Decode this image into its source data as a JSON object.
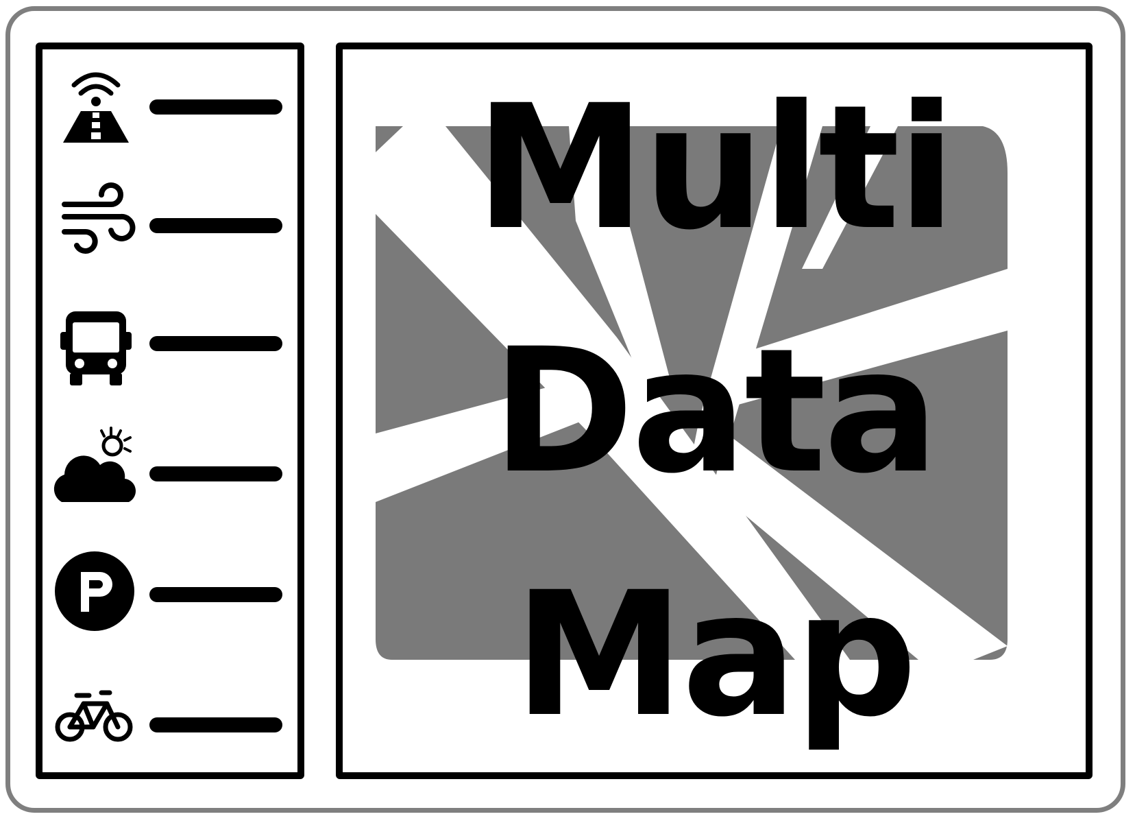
{
  "colors": {
    "frame_border": "#7f7f7f",
    "ink": "#000000",
    "map_fill": "#7a7a7a",
    "background": "#ffffff"
  },
  "legend": {
    "items": [
      {
        "icon": "smart-road-icon",
        "label": ""
      },
      {
        "icon": "wind-icon",
        "label": ""
      },
      {
        "icon": "bus-icon",
        "label": ""
      },
      {
        "icon": "partly-cloudy-icon",
        "label": ""
      },
      {
        "icon": "parking-icon",
        "label": ""
      },
      {
        "icon": "bicycle-icon",
        "label": ""
      }
    ]
  },
  "map": {
    "title_lines": [
      "Multi",
      "Data",
      "Map"
    ]
  }
}
